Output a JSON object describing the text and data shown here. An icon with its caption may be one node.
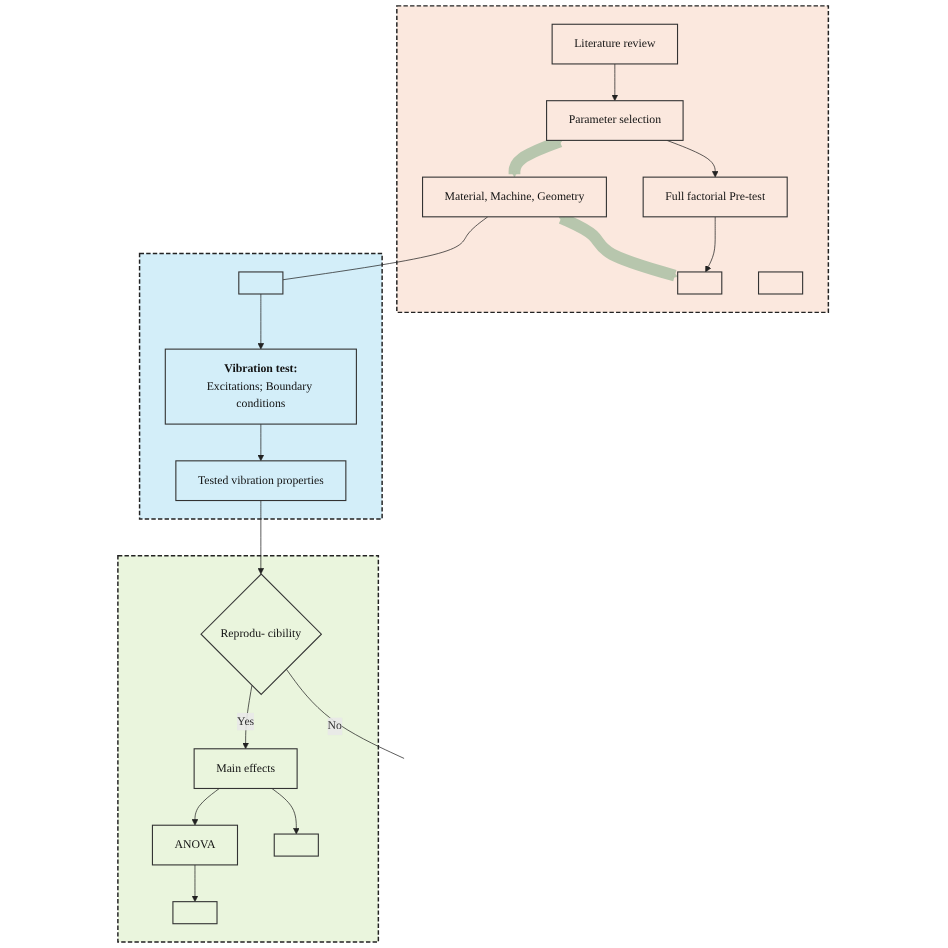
{
  "diagram": {
    "nodes": [
      {
        "text": [],
        "shape": "box"
      },
      {
        "text": [
          "Literature review"
        ],
        "in": 0
      },
      {
        "text": [
          "Parameter selection"
        ],
        "in": 0
      },
      {
        "text": [
          "Full factorial Pre-test"
        ],
        "in": 0
      },
      {
        "text": [],
        "shape": "box",
        "in": 0
      },
      {
        "text": [
          "Material, Machine, Geometry"
        ],
        "in": 0
      },
      {
        "text": [],
        "shape": "box",
        "in": 0
      },
      {
        "text": [],
        "shape": "box"
      },
      {
        "text": [
          "Tested vibration properties"
        ],
        "in": 7
      },
      {
        "text": [
          "Vibration test:",
          "Excitations; Boundary conditions"
        ],
        "in": 7
      },
      {
        "text": [],
        "shape": "box",
        "in": 7
      },
      {
        "text": [],
        "shape": "box"
      },
      {
        "text": [
          "Reprodu- cibility"
        ],
        "in": 11
      },
      {
        "text": [
          "Main effects"
        ],
        "in": 11
      },
      {
        "text": [
          "ANOVA"
        ],
        "in": 11
      },
      {
        "text": [],
        "shape": "box",
        "in": 11
      },
      {
        "text": [],
        "shape": "box",
        "in": 11
      }
    ],
    "edges": [
      {
        "from": 1,
        "to": 2,
        "arrow": "to"
      },
      {
        "from": 2,
        "to": 3,
        "arrow": "to"
      },
      {
        "from": 3,
        "to": 4,
        "arrow": "to"
      },
      {
        "from": 2,
        "to": 5,
        "arrow": "both",
        "style": "thick",
        "color": "#b7c6ad"
      },
      {
        "from": 5,
        "to": 4,
        "arrow": "both",
        "style": "thick",
        "color": "#b7c6ad"
      },
      {
        "from": 5,
        "to": 10,
        "arrow": "none"
      },
      {
        "from": 10,
        "to": 9,
        "arrow": "to"
      },
      {
        "from": 9,
        "to": 8,
        "arrow": "to"
      },
      {
        "from": 8,
        "to": 12,
        "arrow": "to"
      },
      {
        "from": 12,
        "to": 13,
        "arrow": "to",
        "label": "Yes"
      },
      {
        "from": 13,
        "to": 15,
        "arrow": "to"
      },
      {
        "from": 13,
        "to": 14,
        "arrow": "to"
      },
      {
        "from": 14,
        "to": 16,
        "arrow": "to"
      },
      {
        "from": 12,
        "to": null,
        "arrow": "none",
        "label": "No"
      }
    ]
  }
}
